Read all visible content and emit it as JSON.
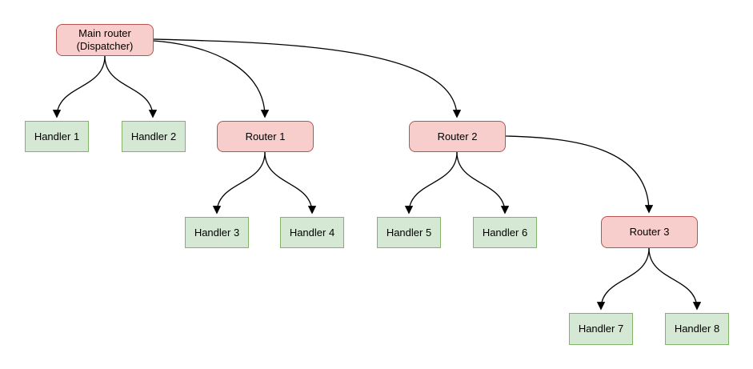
{
  "diagram": {
    "type": "tree",
    "nodes": {
      "main_router": {
        "label": "Main router\n(Dispatcher)",
        "type": "router"
      },
      "handler_1": {
        "label": "Handler 1",
        "type": "handler"
      },
      "handler_2": {
        "label": "Handler 2",
        "type": "handler"
      },
      "router_1": {
        "label": "Router 1",
        "type": "router"
      },
      "router_2": {
        "label": "Router 2",
        "type": "router"
      },
      "handler_3": {
        "label": "Handler 3",
        "type": "handler"
      },
      "handler_4": {
        "label": "Handler 4",
        "type": "handler"
      },
      "handler_5": {
        "label": "Handler 5",
        "type": "handler"
      },
      "handler_6": {
        "label": "Handler 6",
        "type": "handler"
      },
      "router_3": {
        "label": "Router 3",
        "type": "router"
      },
      "handler_7": {
        "label": "Handler 7",
        "type": "handler"
      },
      "handler_8": {
        "label": "Handler 8",
        "type": "handler"
      }
    },
    "edges": [
      {
        "from": "main_router",
        "to": "handler_1"
      },
      {
        "from": "main_router",
        "to": "handler_2"
      },
      {
        "from": "main_router",
        "to": "router_1"
      },
      {
        "from": "main_router",
        "to": "router_2"
      },
      {
        "from": "router_1",
        "to": "handler_3"
      },
      {
        "from": "router_1",
        "to": "handler_4"
      },
      {
        "from": "router_2",
        "to": "handler_5"
      },
      {
        "from": "router_2",
        "to": "handler_6"
      },
      {
        "from": "router_2",
        "to": "router_3"
      },
      {
        "from": "router_3",
        "to": "handler_7"
      },
      {
        "from": "router_3",
        "to": "handler_8"
      }
    ],
    "colors": {
      "router_fill": "#f8cecc",
      "router_border": "#b85450",
      "handler_fill": "#d5e8d4",
      "handler_border": "#82b366",
      "edge": "#000000",
      "text": "#000000",
      "background": "#ffffff"
    }
  }
}
